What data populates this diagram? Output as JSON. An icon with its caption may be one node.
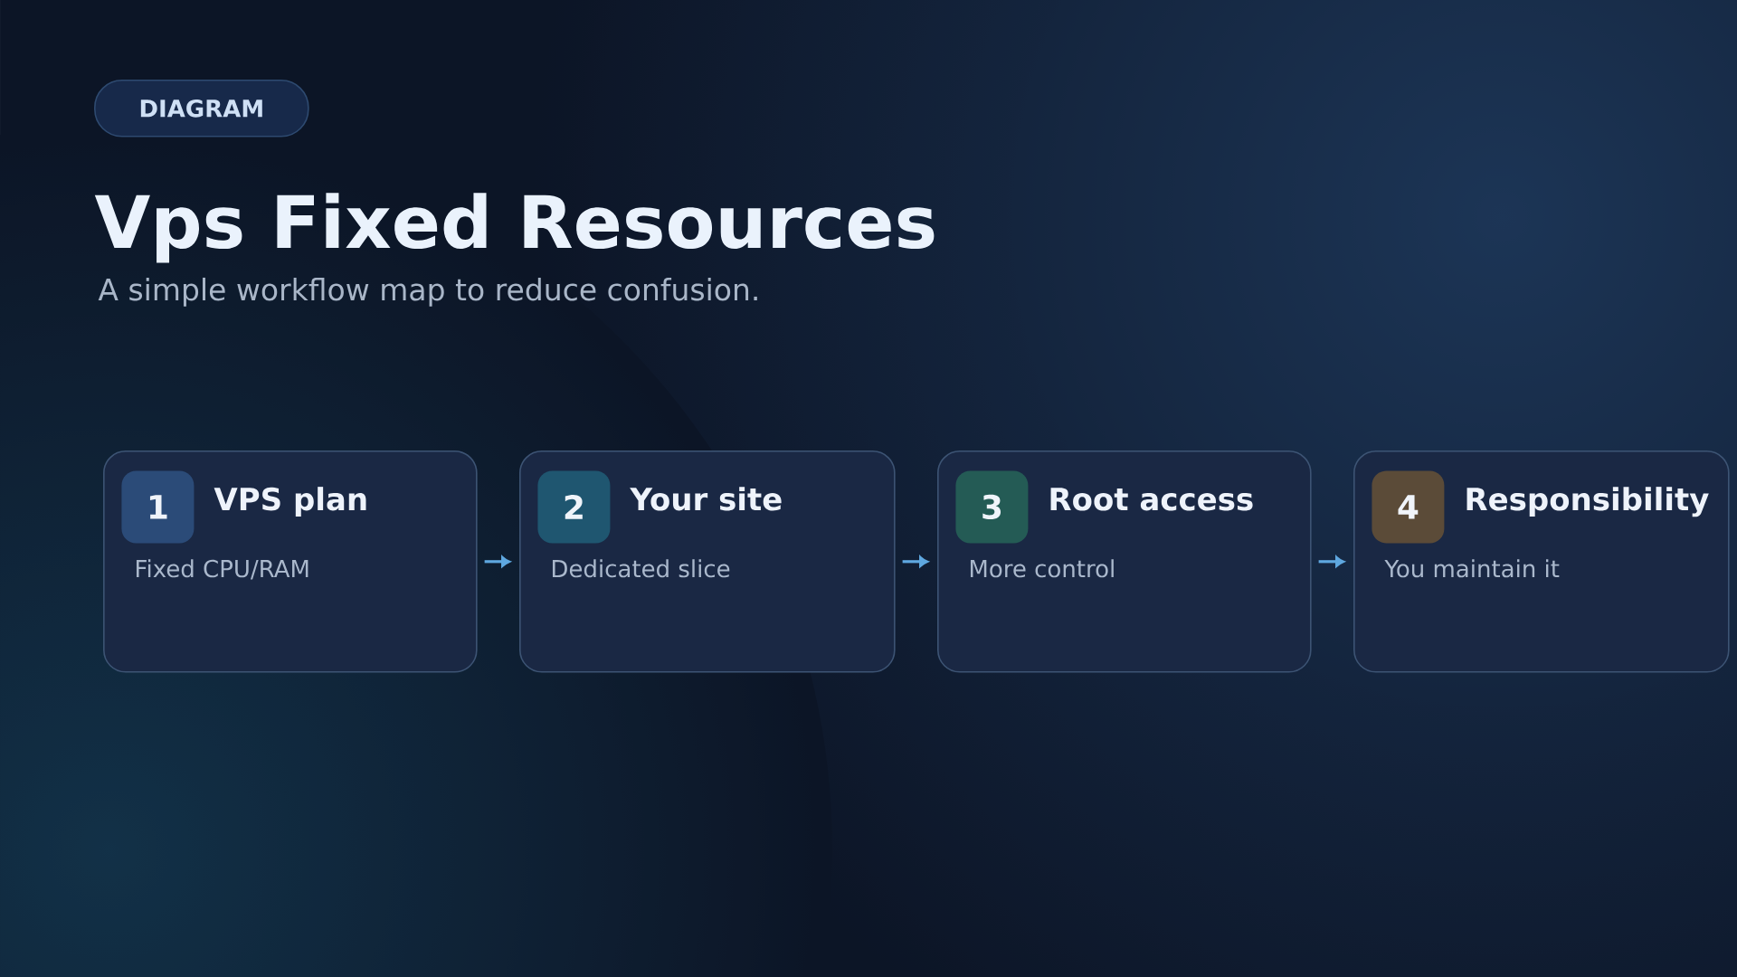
{
  "diagram": {
    "title": "Vps Fixed Resources",
    "nodes": [
      {
        "text": [
          "DIAGRAM"
        ]
      },
      {
        "text": [
          "VPS plan",
          "Fixed CPU/RAM"
        ]
      },
      {
        "text": [
          "1"
        ],
        "in": 1
      },
      {
        "text": [
          "Your site",
          "Dedicated slice"
        ]
      },
      {
        "text": [
          "2"
        ],
        "in": 3
      },
      {
        "text": [
          "Root access",
          "More control"
        ]
      },
      {
        "text": [
          "3"
        ],
        "in": 5
      },
      {
        "text": [
          "Responsibility",
          "You maintain it"
        ]
      },
      {
        "text": [
          "4"
        ],
        "in": 7
      }
    ],
    "edges": [
      {
        "from": 1,
        "to": 3,
        "arrow": "to"
      },
      {
        "from": 3,
        "to": 5,
        "arrow": "to"
      },
      {
        "from": 5,
        "to": 7,
        "arrow": "to"
      }
    ],
    "labels": [
      "A simple workflow map to reduce confusion."
    ]
  }
}
